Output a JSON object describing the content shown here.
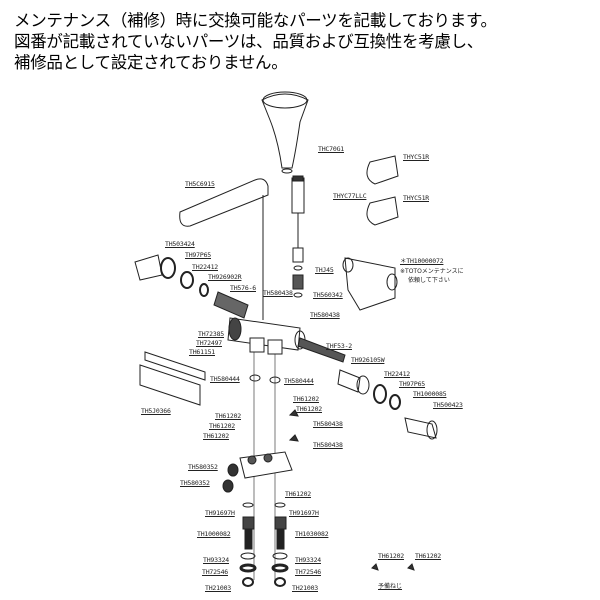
{
  "notice": {
    "line1": "メンテナンス（補修）時に交換可能なパーツを記載しております。",
    "line2": "図番が記載されていないパーツは、品質および互換性を考慮し、",
    "line3": "補修品として設定されておりません。"
  },
  "labels": {
    "shower_head": "THC70G1",
    "holder_1": "THYC51R",
    "holder_2": "THYC51R",
    "hose": "THYC77LLC",
    "spout": "TH5C6915",
    "l_cap": "TH503424",
    "l_ring": "TH97P65",
    "l_gasket": "TH22412",
    "l_cartridge": "TH926902R",
    "l_spindle": "TH576-6",
    "center_a": "TH580438",
    "thj": "THJ45",
    "center_b": "TH560342",
    "center_c": "TH580438",
    "cover": "＊TH10000072",
    "cover_note1": "※TOTOメンテナンスに",
    "cover_note2": "依頼して下さい",
    "screw_a": "TH72385",
    "screw_b": "TH72497",
    "screw_c": "TH61151",
    "r_spindle": "THF53-2",
    "r_cartridge": "TH926105W",
    "oring_l": "TH580444",
    "oring_r": "TH580444",
    "r_gasket": "TH22412",
    "r_ring": "TH97P65",
    "r_nut": "TH1000085",
    "r_handle": "TH500423",
    "shelf": "TH5J0366",
    "s1": "TH61202",
    "s2": "TH61202",
    "s3": "TH61202",
    "s4": "TH61202",
    "s5": "TH61202",
    "v1": "TH580438",
    "v2": "TH580438",
    "p1": "TH580352",
    "p2": "TH580352",
    "s6": "TH61202",
    "w1": "TH91697H",
    "w2": "TH91697H",
    "leg1": "TH1000082",
    "leg2": "TH1030082",
    "f1": "TH93324",
    "f2": "TH93324",
    "g1": "TH72546",
    "g2": "TH72546",
    "n1": "TH21003",
    "n2": "TH21003",
    "spare1": "TH61202",
    "spare2": "TH61202",
    "spare_note": "予備ねじ"
  }
}
